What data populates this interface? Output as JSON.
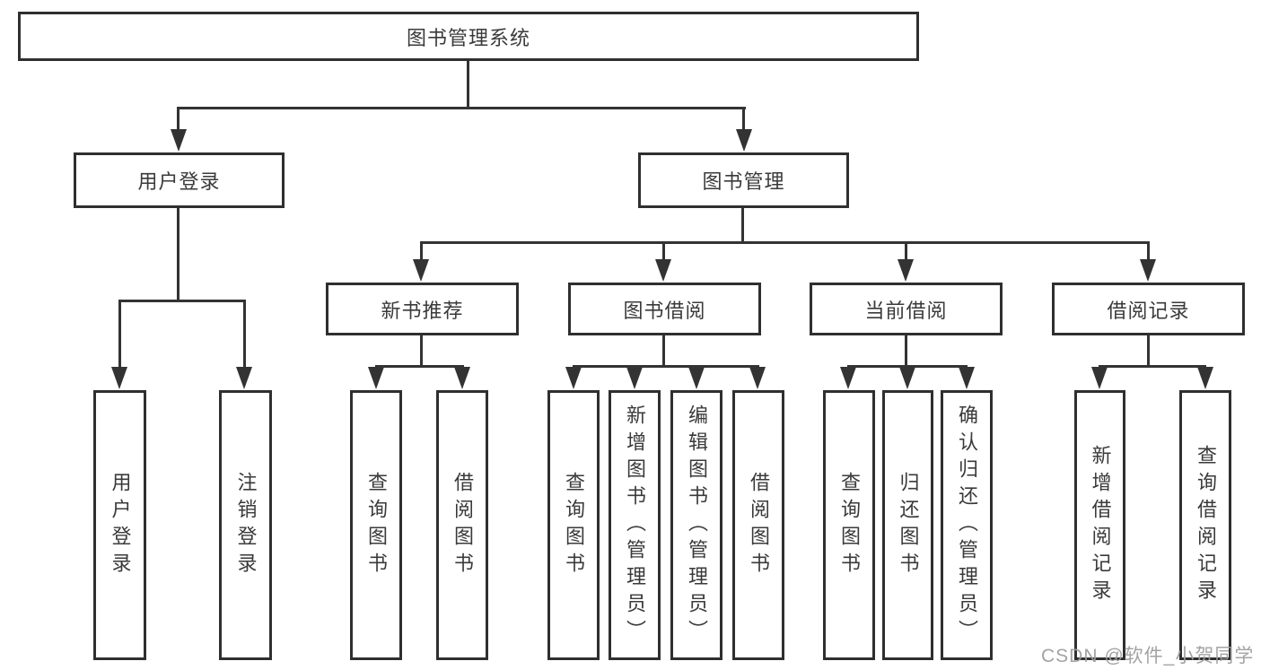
{
  "colors": {
    "line": "#333333",
    "box_border": "#2f2f2f",
    "text": "#3a3a3a",
    "background": "#ffffff",
    "watermark_text_color": "#9e9e9e"
  },
  "tree": {
    "root": {
      "label": "图书管理系统"
    },
    "level2": [
      {
        "label": "用户登录",
        "children": [
          "用户登录",
          "注销登录"
        ]
      },
      {
        "label": "图书管理"
      }
    ],
    "level3": [
      {
        "label": "新书推荐",
        "children": [
          "查询图书",
          "借阅图书"
        ]
      },
      {
        "label": "图书借阅",
        "children": [
          "查询图书",
          "新增图书（管理员）",
          "编辑图书（管理员）",
          "借阅图书"
        ]
      },
      {
        "label": "当前借阅",
        "children": [
          "查询图书",
          "归还图书",
          "确认归还（管理员）"
        ]
      },
      {
        "label": "借阅记录",
        "children": [
          "新增借阅记录",
          "查询借阅记录"
        ]
      }
    ]
  },
  "watermark": {
    "text": "CSDN @软件_小贺同学"
  }
}
